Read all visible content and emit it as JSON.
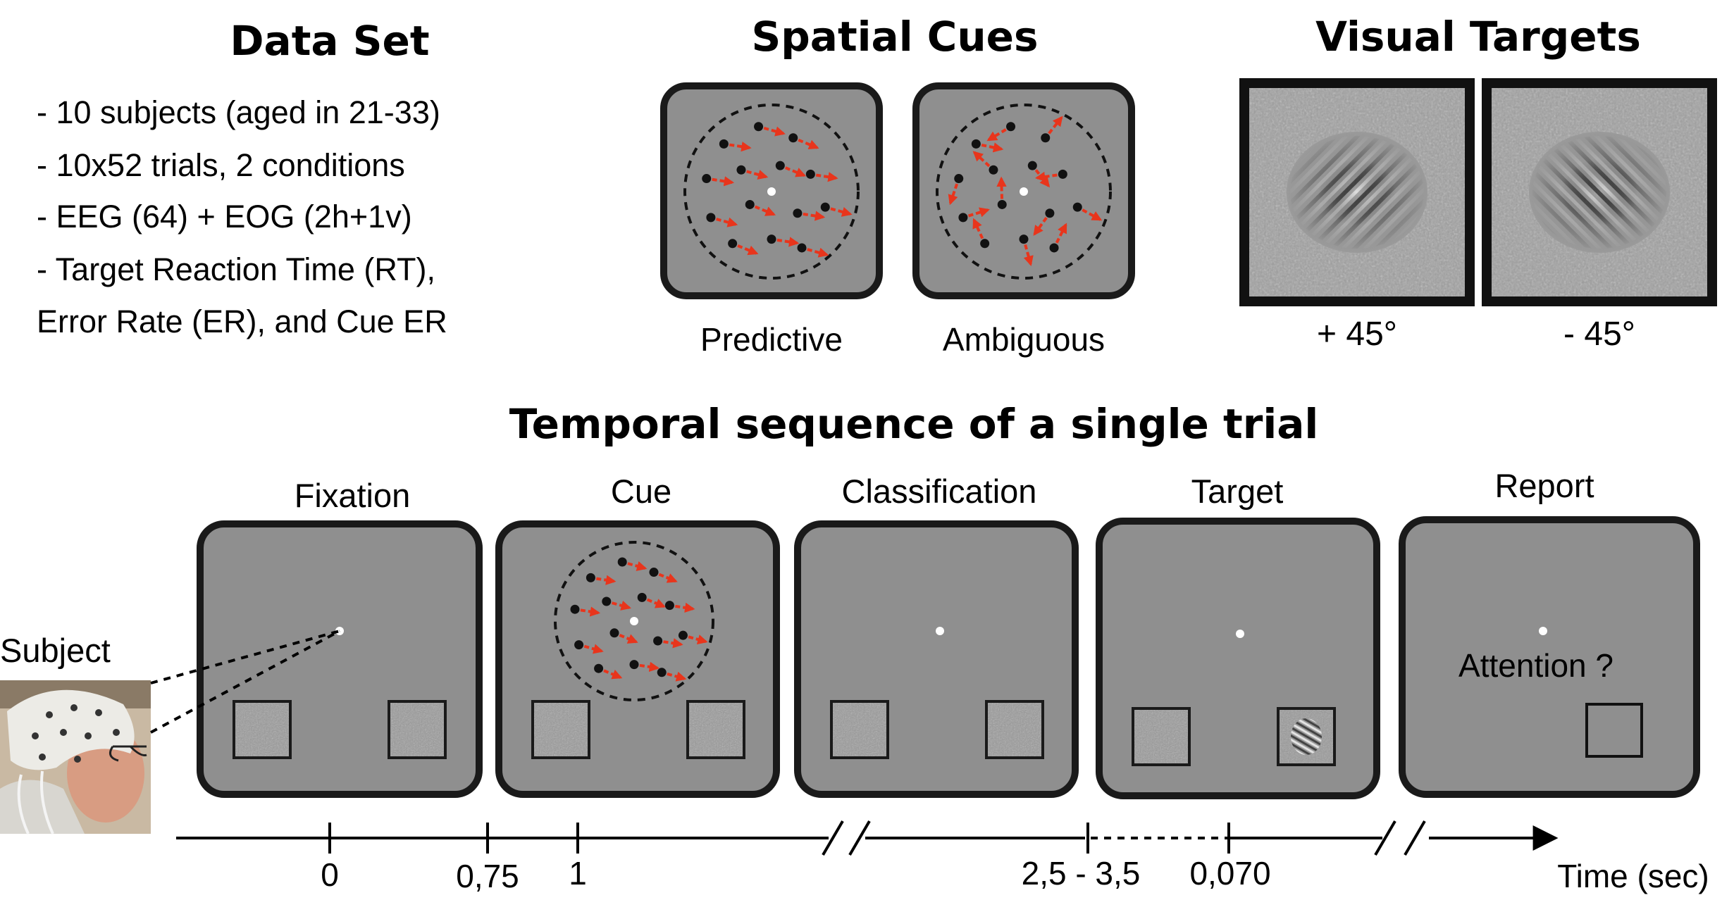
{
  "data_set": {
    "title": "Data Set",
    "lines": [
      "- 10 subjects (aged in 21-33)",
      "- 10x52 trials, 2 conditions",
      "- EEG (64) + EOG (2h+1v)",
      "- Target Reaction Time (RT),",
      "Error Rate (ER), and Cue ER"
    ]
  },
  "spatial_cues": {
    "title": "Spatial Cues",
    "predictive_label": "Predictive",
    "ambiguous_label": "Ambiguous",
    "predictive_color": "#1e8a1e",
    "ambiguous_color": "#8e3a9c"
  },
  "visual_targets": {
    "title": "Visual Targets",
    "labels": [
      "+ 45°",
      "- 45°"
    ]
  },
  "sequence": {
    "title": "Temporal sequence of a single trial",
    "stages": [
      "Fixation",
      "Cue",
      "Classification",
      "Target",
      "Report"
    ],
    "report_question": "Attention ?",
    "subject_label": "Subject"
  },
  "timeline": {
    "ticks": [
      "0",
      "0,75",
      "1",
      "2,5 - 3,5",
      "0,070"
    ],
    "axis_label": "Time (sec)"
  },
  "colors": {
    "screen_gray": "#8f8f8f",
    "arrow_red": "#e8351c",
    "frame": "#1a1a1a"
  }
}
